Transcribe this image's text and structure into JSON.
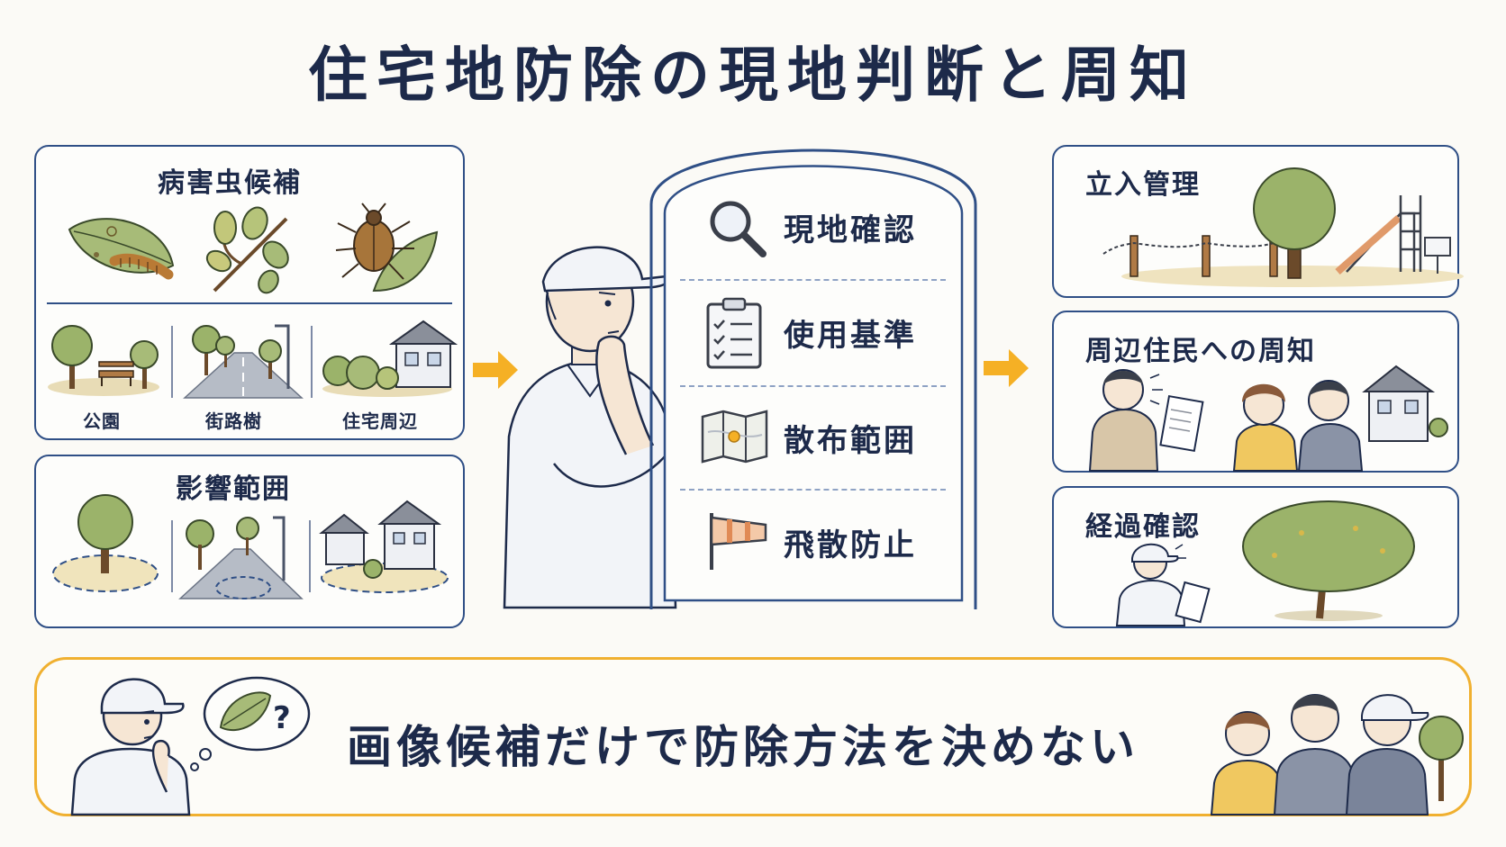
{
  "title": "住宅地防除の現地判断と周知",
  "left": {
    "candidates": {
      "title": "病害虫候補",
      "locations": [
        "公園",
        "街路樹",
        "住宅周辺"
      ]
    },
    "impact": {
      "title": "影響範囲"
    }
  },
  "center": {
    "checklist": [
      "現地確認",
      "使用基準",
      "散布範囲",
      "飛散防止"
    ],
    "icons": [
      "magnifier-icon",
      "clipboard-checklist-icon",
      "map-icon",
      "windsock-icon"
    ]
  },
  "right": {
    "boxes": [
      "立入管理",
      "周辺住民への周知",
      "経過確認"
    ]
  },
  "bottom": {
    "message": "画像候補だけで防除方法を決めない",
    "bubble_mark": "?"
  },
  "colors": {
    "navy": "#1d2a4a",
    "border_blue": "#2f4f86",
    "accent_orange": "#f5b025",
    "leaf_green": "#9bb36a"
  }
}
